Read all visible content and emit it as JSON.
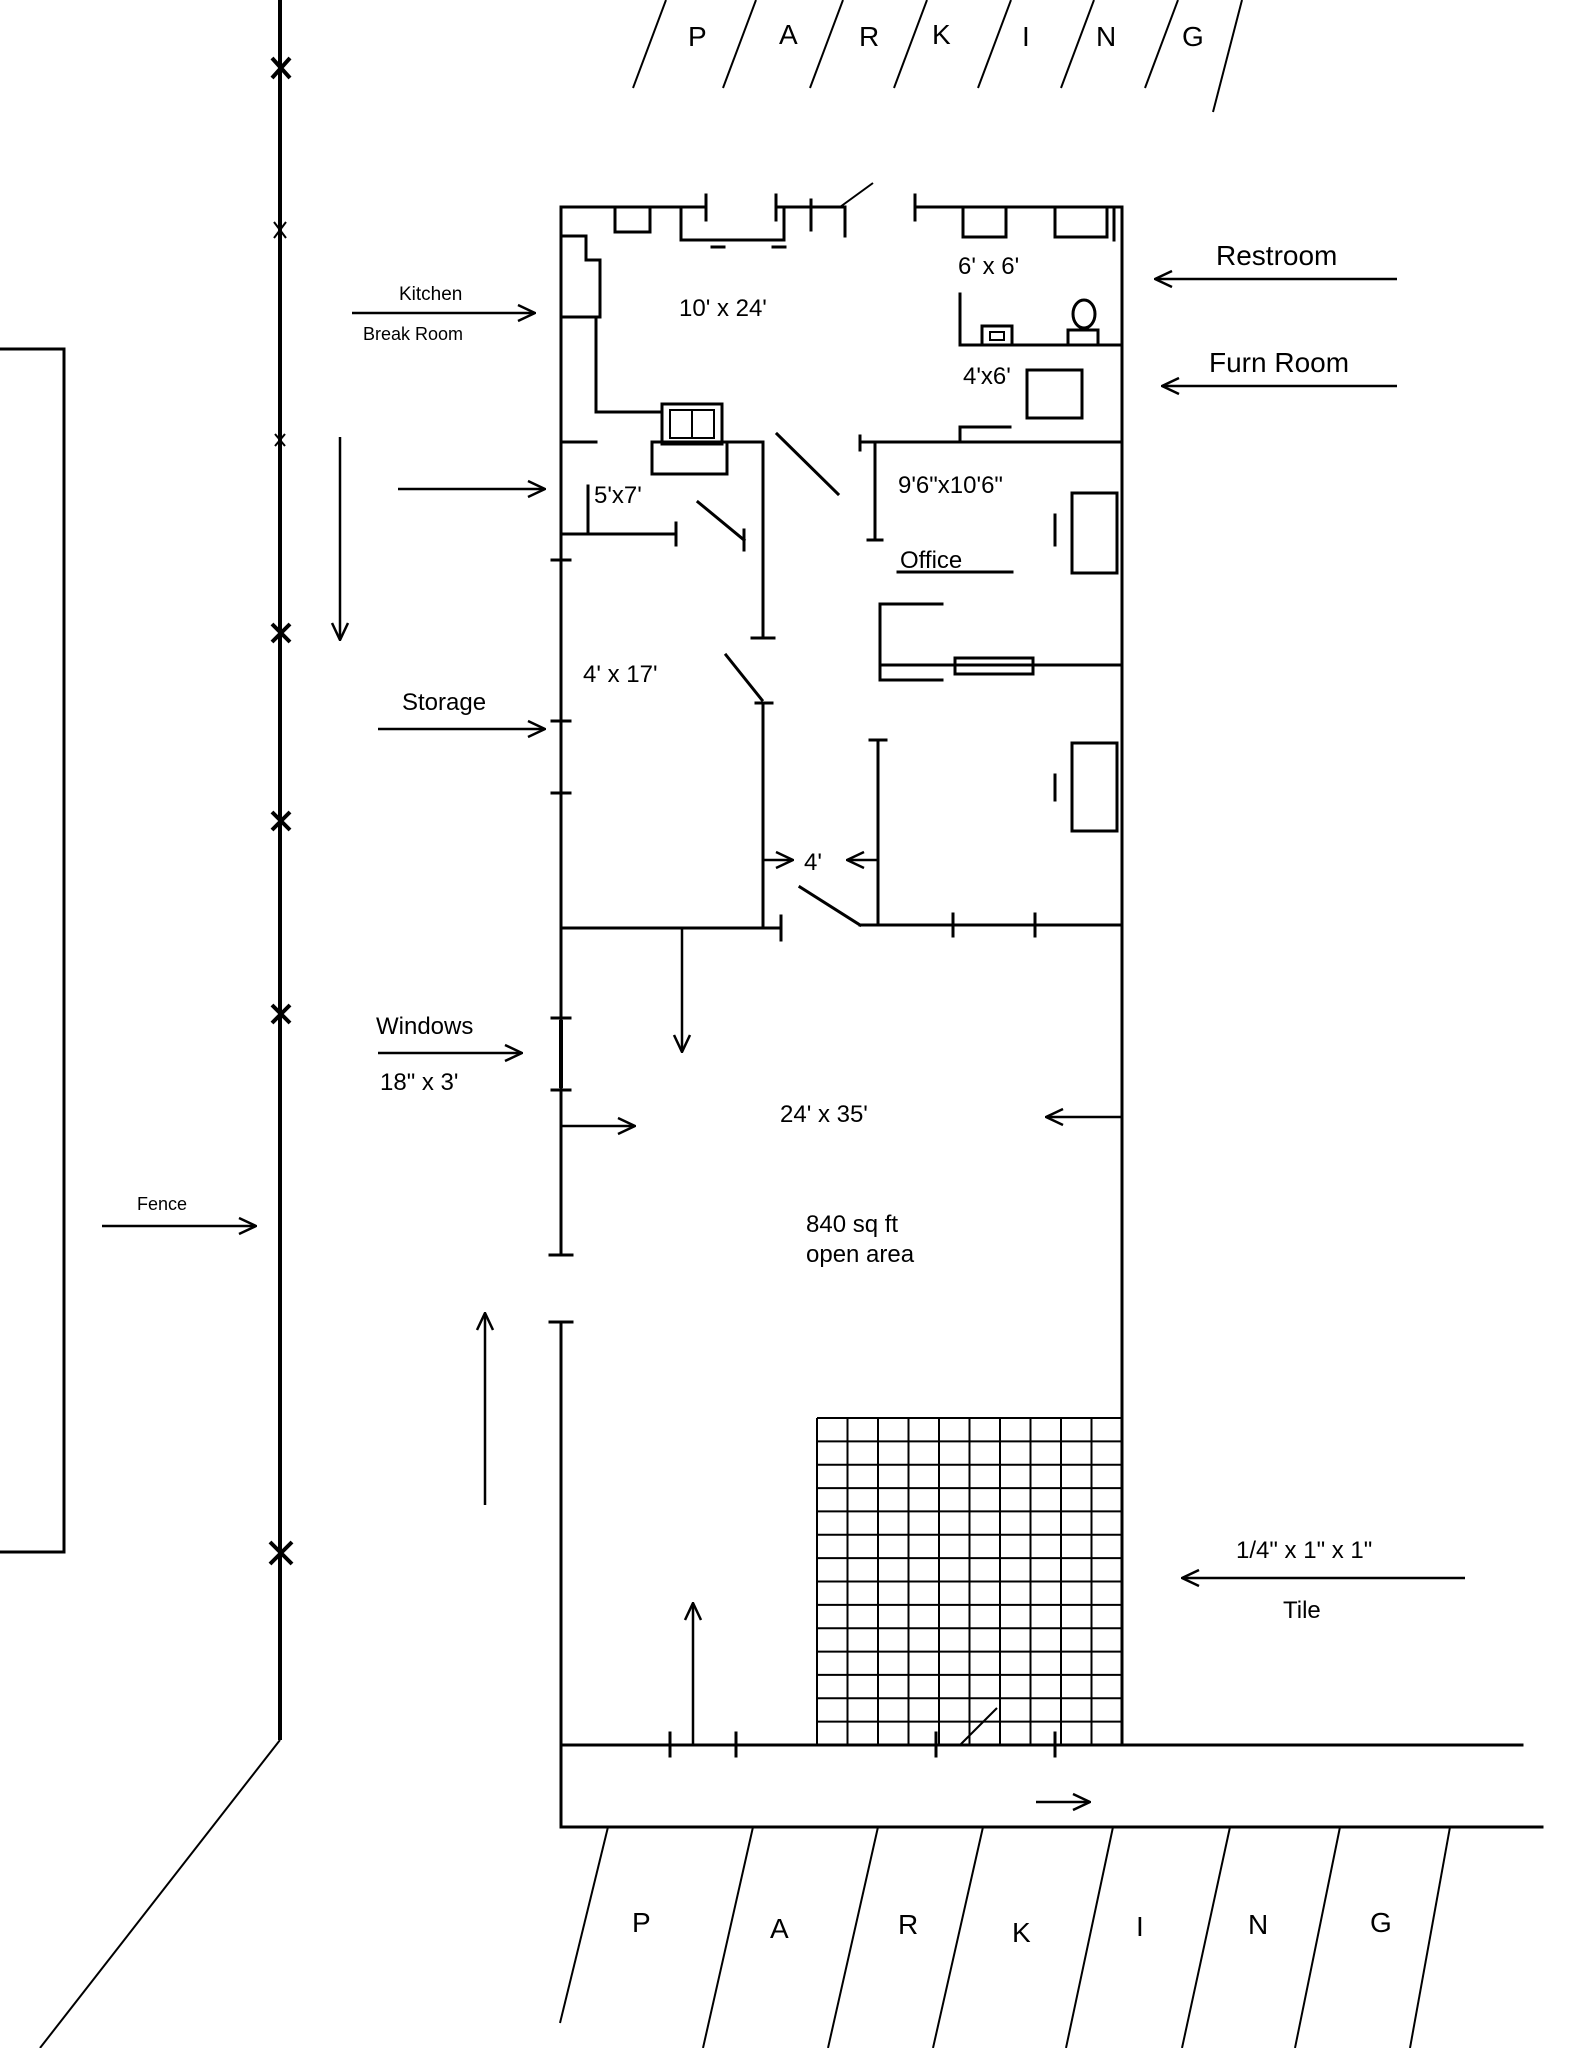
{
  "parking_top": [
    "P",
    "A",
    "R",
    "K",
    "I",
    "N",
    "G"
  ],
  "parking_bottom": [
    "P",
    "A",
    "R",
    "K",
    "I",
    "N",
    "G"
  ],
  "rooms": {
    "kitchen_size": "10' x 24'",
    "restroom_size": "6' x 6'",
    "furn_room_size": "4'x6'",
    "closet_size": "5'x7'",
    "office_size": "9'6\"x10'6\"",
    "office_label": "Office",
    "storage_size": "4' x 17'",
    "hall_width": "4'",
    "open_area_size": "24' x 35'",
    "open_area_sqft": "840 sq ft",
    "open_area_label": "open area"
  },
  "callouts": {
    "kitchen": "Kitchen",
    "break_room": "Break Room",
    "restroom": "Restroom",
    "furn_room": "Furn Room",
    "storage": "Storage",
    "windows": "Windows",
    "windows_size": "18\" x 3'",
    "fence": "Fence",
    "tile_size": "1/4\" x 1\" x 1\"",
    "tile": "Tile"
  }
}
